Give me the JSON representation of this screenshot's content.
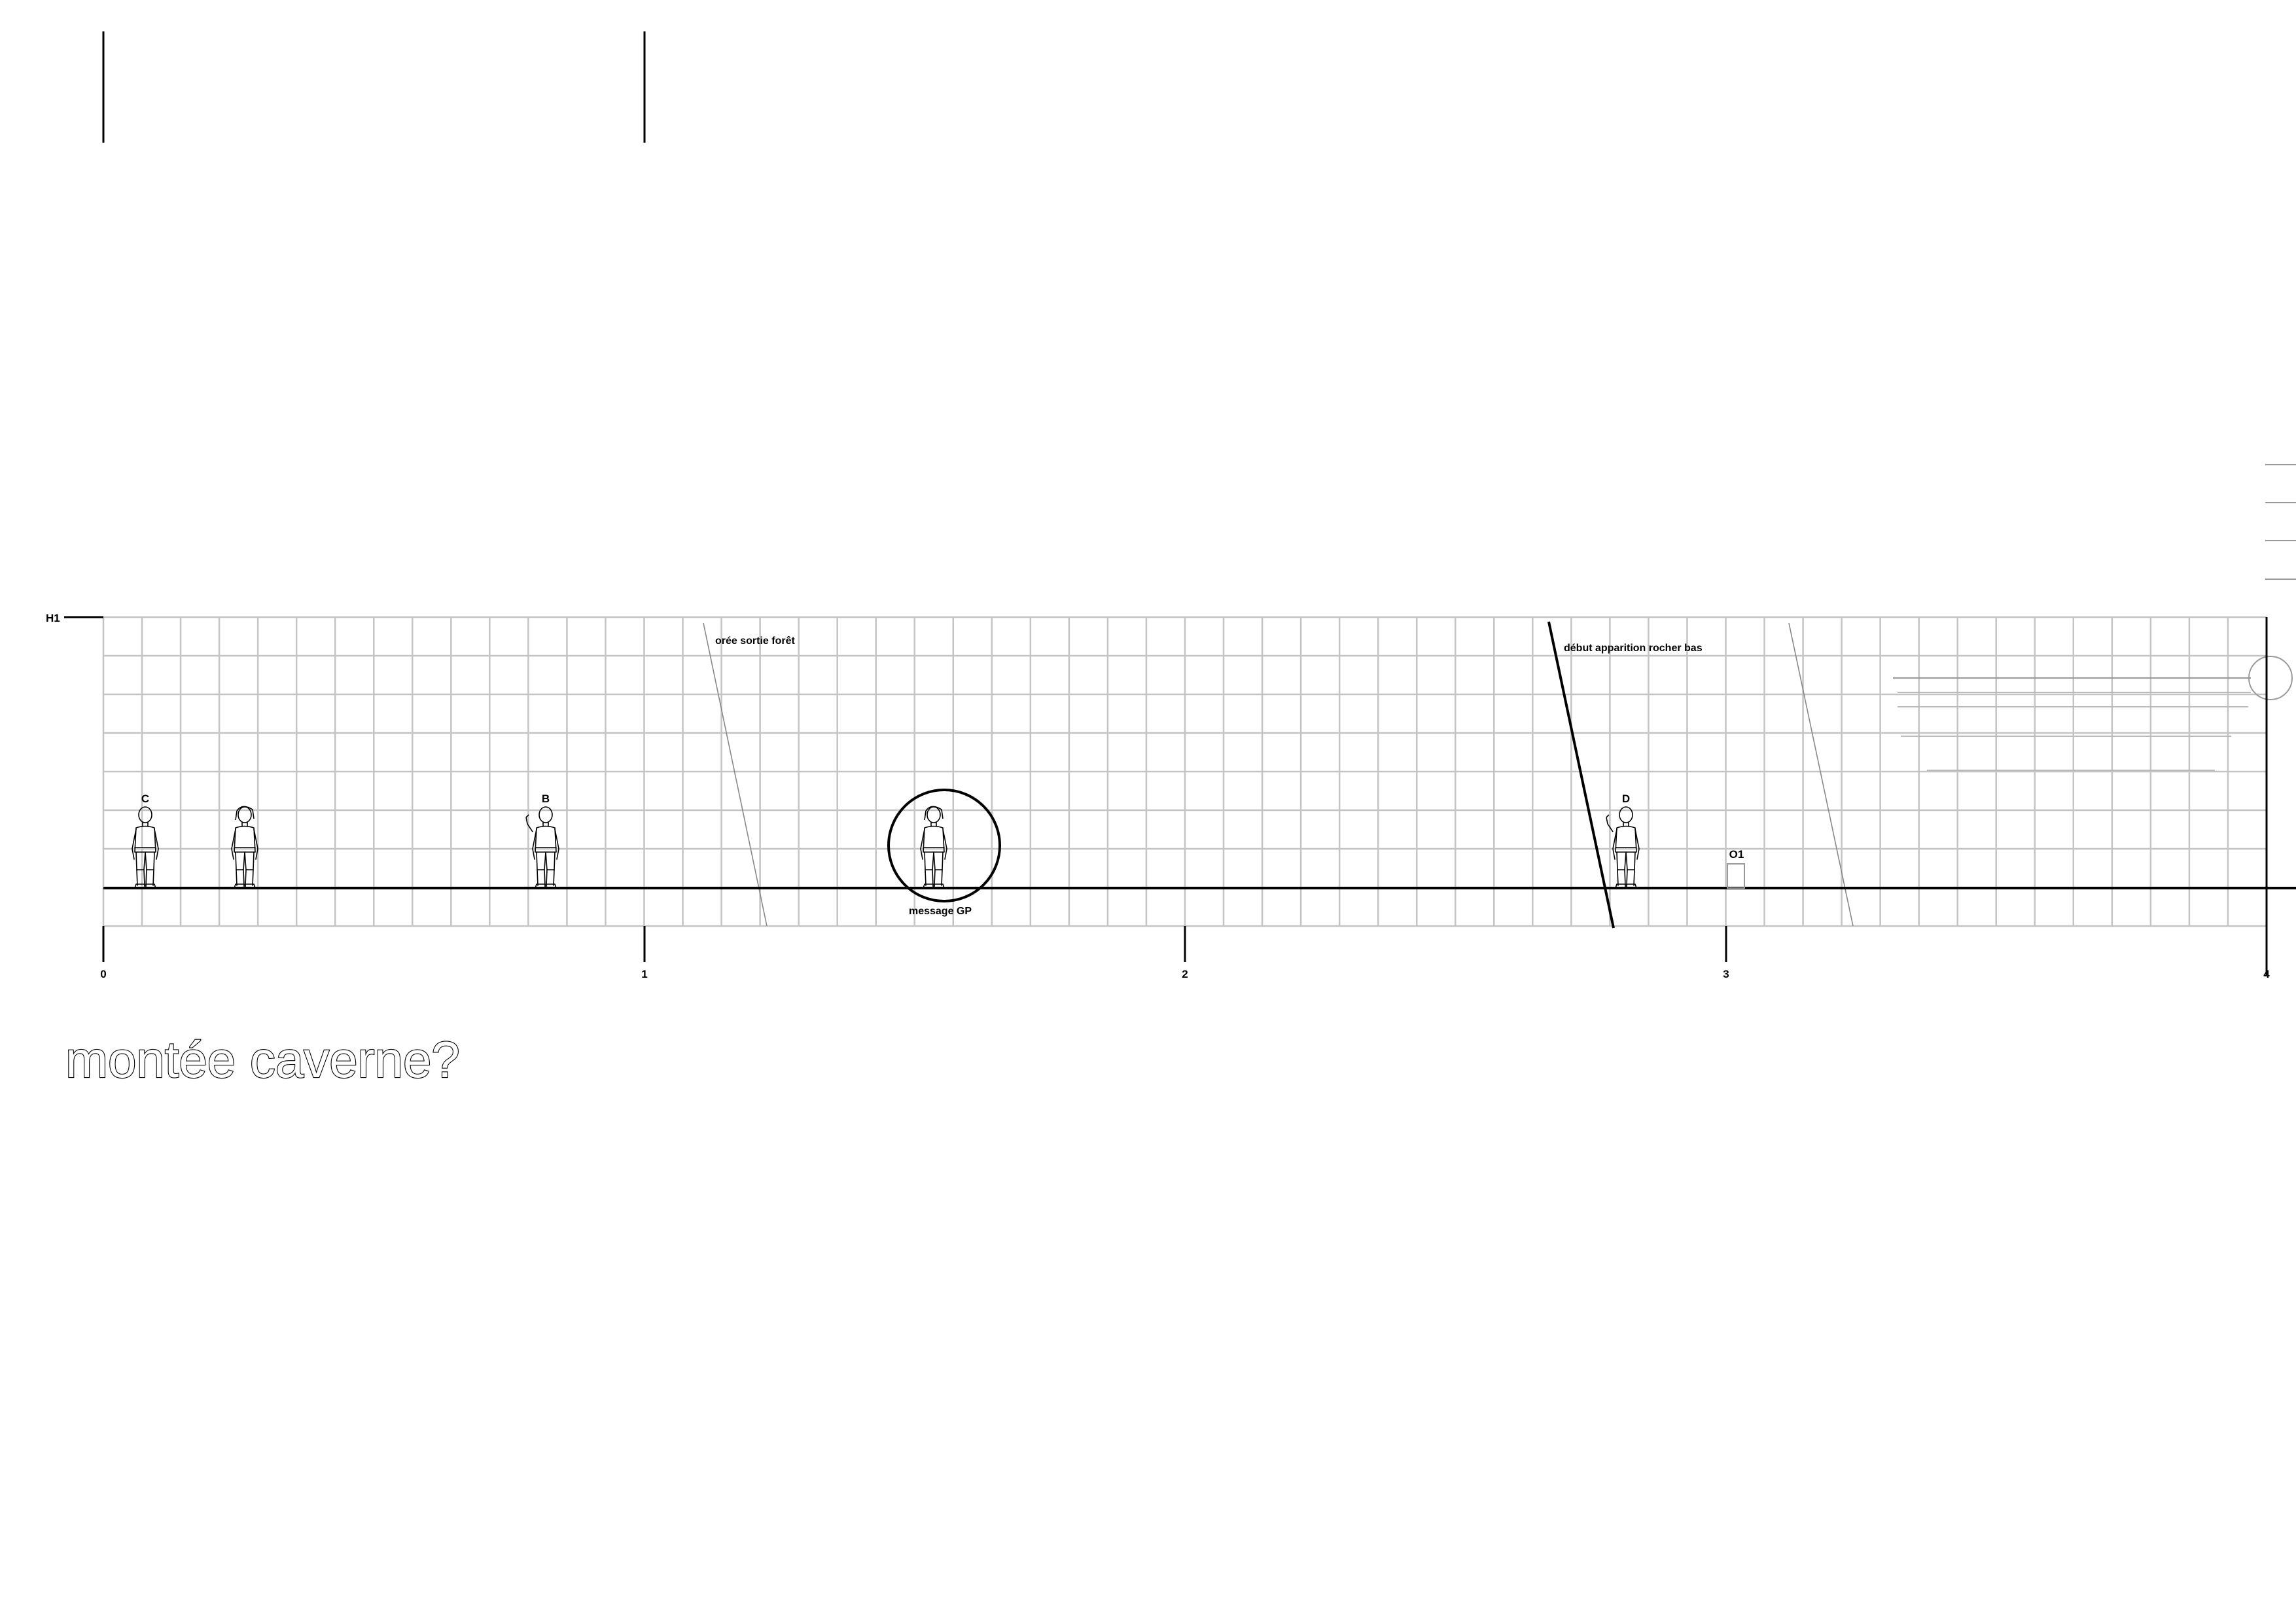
{
  "level_label": "H1",
  "title": "montée caverne?",
  "ruler_ticks": [
    "0",
    "1",
    "2",
    "3",
    "4"
  ],
  "annotations": {
    "zone_1": "orée sortie forêt",
    "zone_2": "début apparition rocher bas",
    "circled_message": "message GP",
    "object": "O1"
  },
  "characters": [
    {
      "id": "character-c",
      "label": "C",
      "pose": "standing"
    },
    {
      "id": "character-unlabeled",
      "label": "",
      "pose": "standing-hair"
    },
    {
      "id": "character-b",
      "label": "B",
      "pose": "waving"
    },
    {
      "id": "character-gp",
      "label": "",
      "pose": "standing-hair"
    },
    {
      "id": "character-d",
      "label": "D",
      "pose": "waving"
    }
  ],
  "colors": {
    "ink": "#000000",
    "grid": "#c4c4c4",
    "faint": "#9a9a9a",
    "background": "#ffffff"
  }
}
